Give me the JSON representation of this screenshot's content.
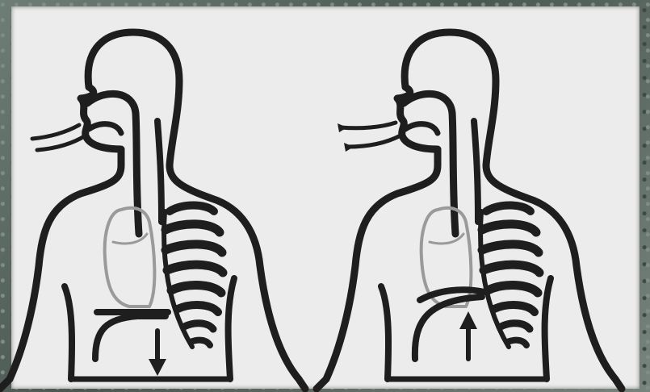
{
  "diagram": {
    "figures": [
      {
        "id": "inhalation",
        "airflow": "in",
        "diaphragm_motion": "down"
      },
      {
        "id": "exhalation",
        "airflow": "out",
        "diaphragm_motion": "up"
      }
    ],
    "colors": {
      "ink": "#1e1e1e",
      "panel": "#ececec",
      "lung": "#9a9a9a"
    }
  }
}
